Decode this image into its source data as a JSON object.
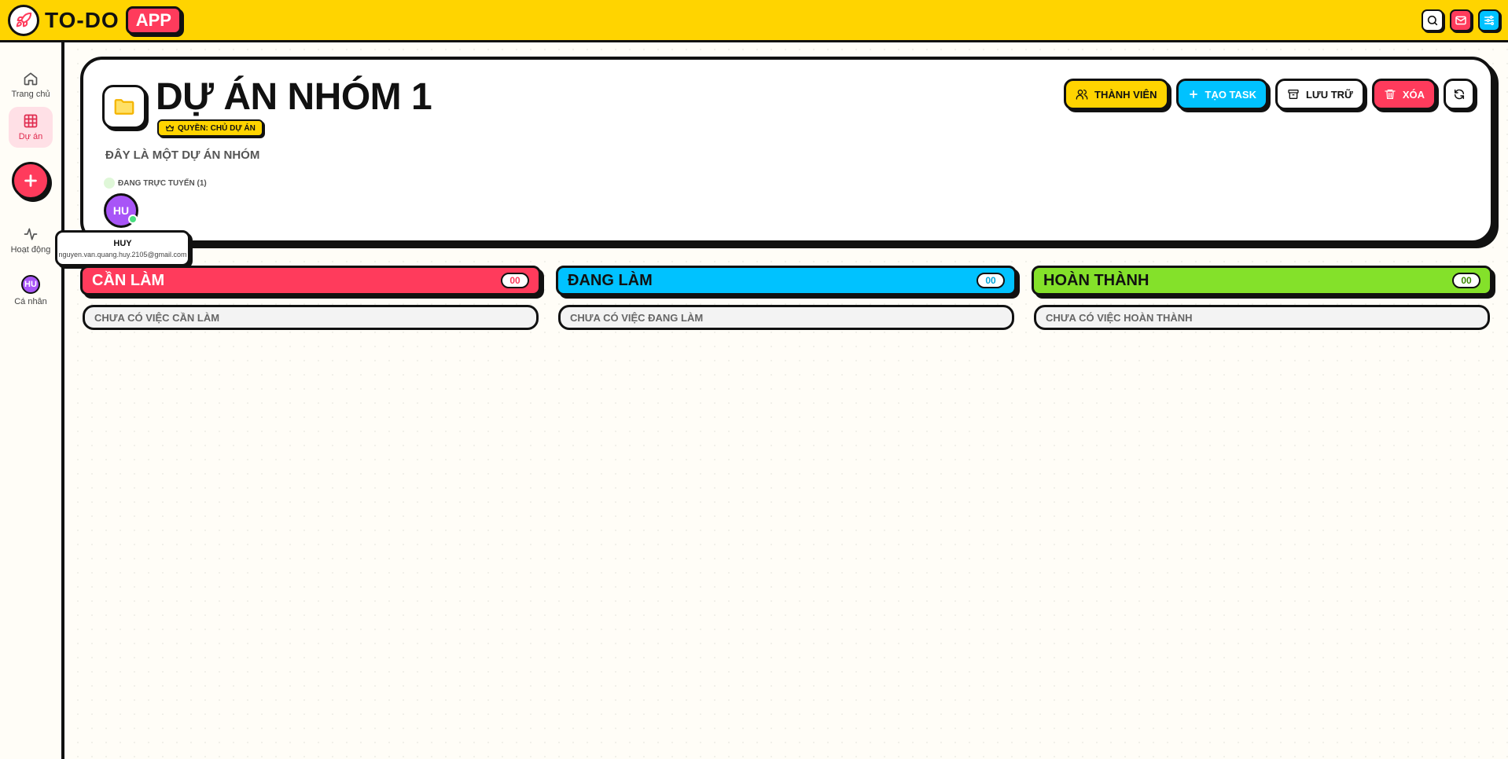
{
  "app": {
    "logo_text": "TO-DO",
    "logo_badge": "APP",
    "accent": "#ffd400",
    "brand_red": "#ff3b5c"
  },
  "topbar": {
    "actions": [
      {
        "icon": "search-icon",
        "color": "#ffffff"
      },
      {
        "icon": "mail-icon",
        "color": "#ff3b5c"
      },
      {
        "icon": "sliders-icon",
        "color": "#00c2ff"
      }
    ]
  },
  "sidebar": {
    "items": [
      {
        "label": "Trang chủ",
        "icon": "home-icon"
      },
      {
        "label": "Dự án",
        "icon": "grid-icon",
        "active": true
      },
      {
        "label": "Hoạt động",
        "icon": "activity-icon"
      },
      {
        "label": "Cá nhân",
        "avatar": "HU"
      }
    ],
    "add_icon": "plus-icon"
  },
  "project": {
    "title": "DỰ ÁN NHÓM 1",
    "role": "QUYỀN: CHỦ DỰ ÁN",
    "description": "ĐÂY LÀ MỘT DỰ ÁN NHÓM",
    "online_label": "ĐANG TRỰC TUYẾN (1)",
    "member_initials": "HU",
    "actions": {
      "members": "THÀNH VIÊN",
      "create": "TẠO TASK",
      "archive": "LƯU TRỮ",
      "delete": "XÓA"
    }
  },
  "tooltip": {
    "name": "HUY",
    "email": "nguyen.van.quang.huy.2105@gmail.com"
  },
  "columns": [
    {
      "title": "CẦN LÀM",
      "count": "00",
      "empty": "CHƯA CÓ VIỆC CẦN LÀM",
      "color": "#ff3b5c"
    },
    {
      "title": "ĐANG LÀM",
      "count": "00",
      "empty": "CHƯA CÓ VIỆC ĐANG LÀM",
      "color": "#00c2ff"
    },
    {
      "title": "HOÀN THÀNH",
      "count": "00",
      "empty": "CHƯA CÓ VIỆC HOÀN THÀNH",
      "color": "#84e12a"
    }
  ]
}
